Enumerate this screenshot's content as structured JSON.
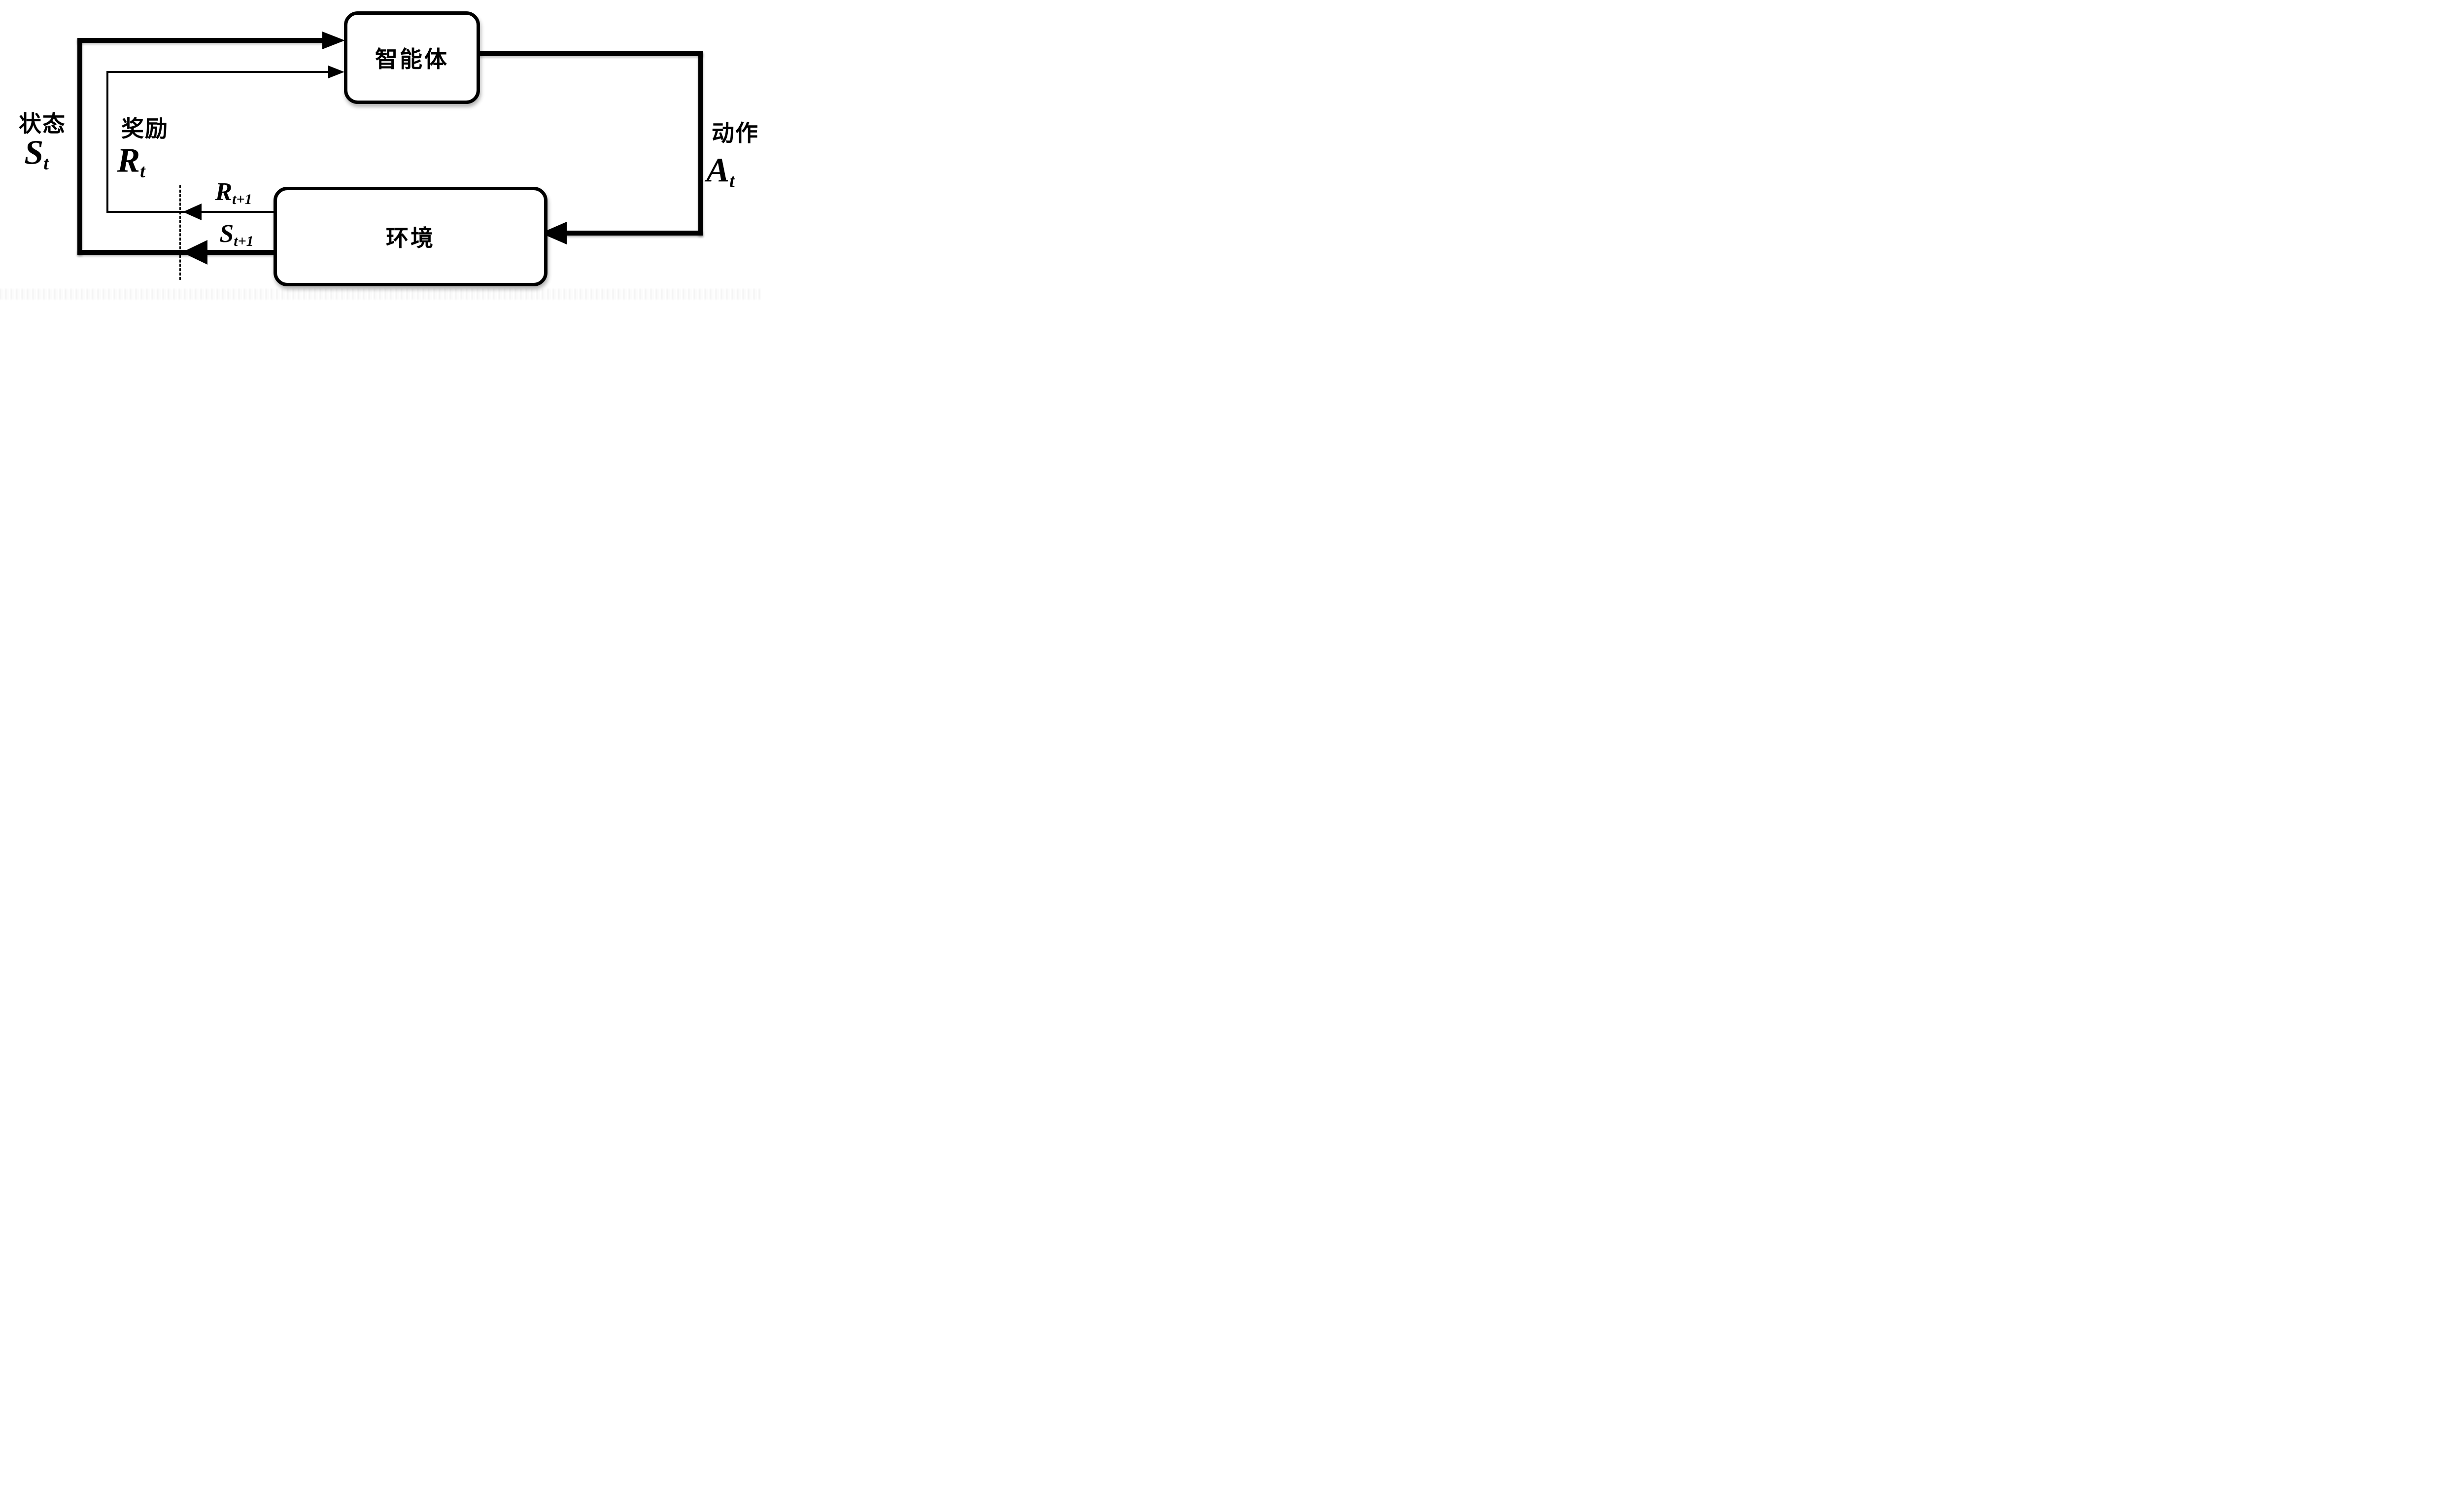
{
  "agent": {
    "label": "智能体"
  },
  "environment": {
    "label": "环境"
  },
  "state": {
    "text": "状态",
    "base": "S",
    "sub": "t"
  },
  "reward": {
    "text": "奖励",
    "base": "R",
    "sub": "t"
  },
  "action": {
    "text": "动作",
    "base": "A",
    "sub": "t"
  },
  "reward_next": {
    "base": "R",
    "sub": "t+1"
  },
  "state_next": {
    "base": "S",
    "sub": "t+1"
  },
  "colors": {
    "line": "#000000",
    "background": "#ffffff"
  }
}
